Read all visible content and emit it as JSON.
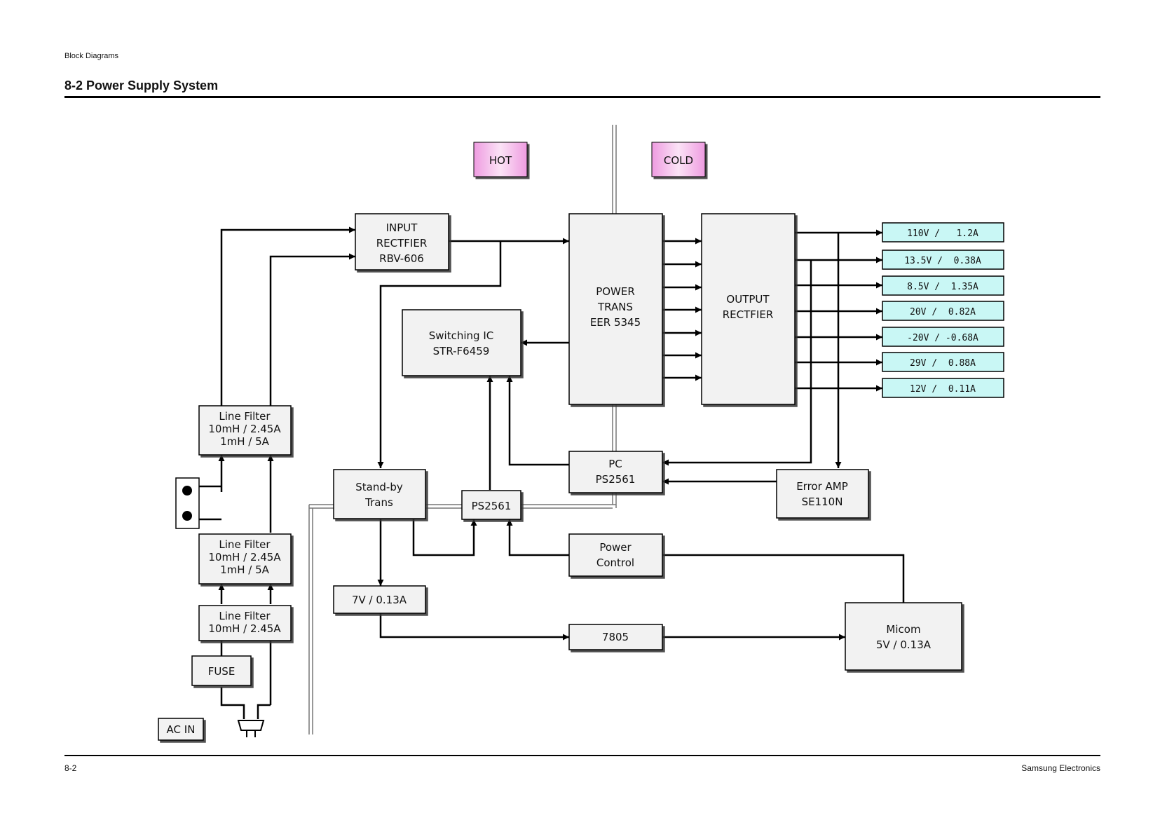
{
  "header": {
    "section": "Block Diagrams",
    "title": "8-2 Power Supply System"
  },
  "footer": {
    "page": "8-2",
    "company": "Samsung Electronics"
  },
  "zones": {
    "hot": "HOT",
    "cold": "COLD"
  },
  "colors": {
    "zone_fill": "#f7c6ee",
    "output_fill": "#c9f7f5",
    "block_fill": "#f2f2f2"
  },
  "blocks": {
    "input_rectifier": [
      "INPUT",
      "RECTFIER",
      "RBV-606"
    ],
    "power_trans": [
      "POWER",
      "TRANS",
      "EER 5345"
    ],
    "output_rectifier": [
      "OUTPUT",
      "RECTFIER"
    ],
    "switching_ic": [
      "Switching IC",
      "STR-F6459"
    ],
    "line_filter_top": [
      "Line Filter",
      "10mH / 2.45A",
      "1mH / 5A"
    ],
    "line_filter_mid": [
      "Line Filter",
      "10mH / 2.45A",
      "1mH / 5A"
    ],
    "line_filter_bottom": [
      "Line Filter",
      "10mH / 2.45A"
    ],
    "fuse": [
      "FUSE"
    ],
    "ac_in": [
      "AC IN"
    ],
    "standby_trans": [
      "Stand-by",
      "Trans"
    ],
    "ps2561_small": [
      "PS2561"
    ],
    "pc_ps2561": [
      "PC",
      "PS2561"
    ],
    "error_amp": [
      "Error AMP",
      "SE110N"
    ],
    "power_control": [
      "Power",
      "Control"
    ],
    "v7": [
      "7V / 0.13A"
    ],
    "reg7805": [
      "7805"
    ],
    "micom": [
      "Micom",
      "5V / 0.13A"
    ]
  },
  "outputs": [
    "110V /   1.2A",
    "13.5V /  0.38A",
    "8.5V /  1.35A",
    "20V /  0.82A",
    "-20V / -0.68A",
    "29V /  0.88A",
    "12V /  0.11A"
  ]
}
